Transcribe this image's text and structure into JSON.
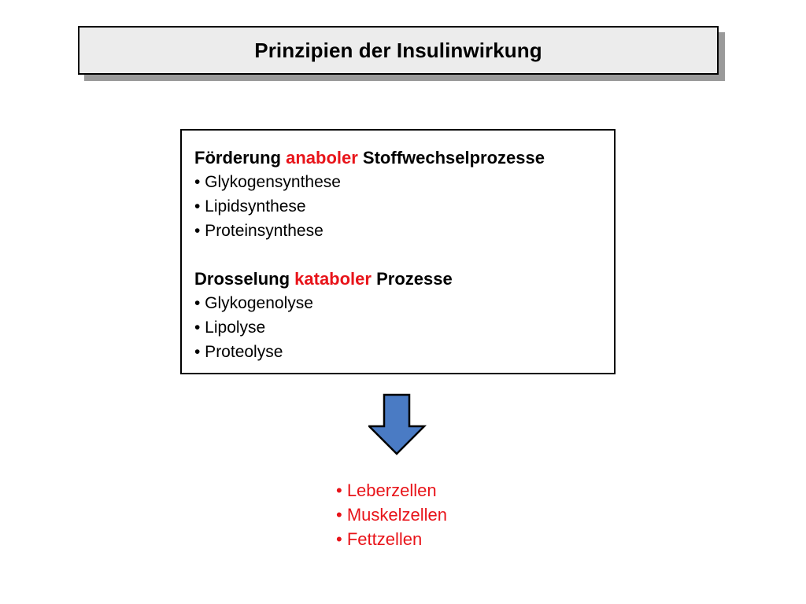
{
  "title": "Prinzipien der Insulinwirkung",
  "anabolic": {
    "heading_prefix": "Förderung ",
    "heading_highlight": "anaboler",
    "heading_suffix": " Stoffwechselprozesse",
    "items": [
      "• Glykogensynthese",
      "• Lipidsynthese",
      "• Proteinsynthese"
    ]
  },
  "catabolic": {
    "heading_prefix": "Drosselung ",
    "heading_highlight": "kataboler",
    "heading_suffix": " Prozesse",
    "items": [
      "• Glykogenolyse",
      "• Lipolyse",
      "• Proteolyse"
    ]
  },
  "targets": [
    "• Leberzellen",
    "• Muskelzellen",
    "• Fettzellen"
  ],
  "colors": {
    "highlight": "#e8141a",
    "arrow_fill": "#4a7bc4",
    "title_fill": "#ececec"
  },
  "arrow_icon": "down-arrow-icon"
}
